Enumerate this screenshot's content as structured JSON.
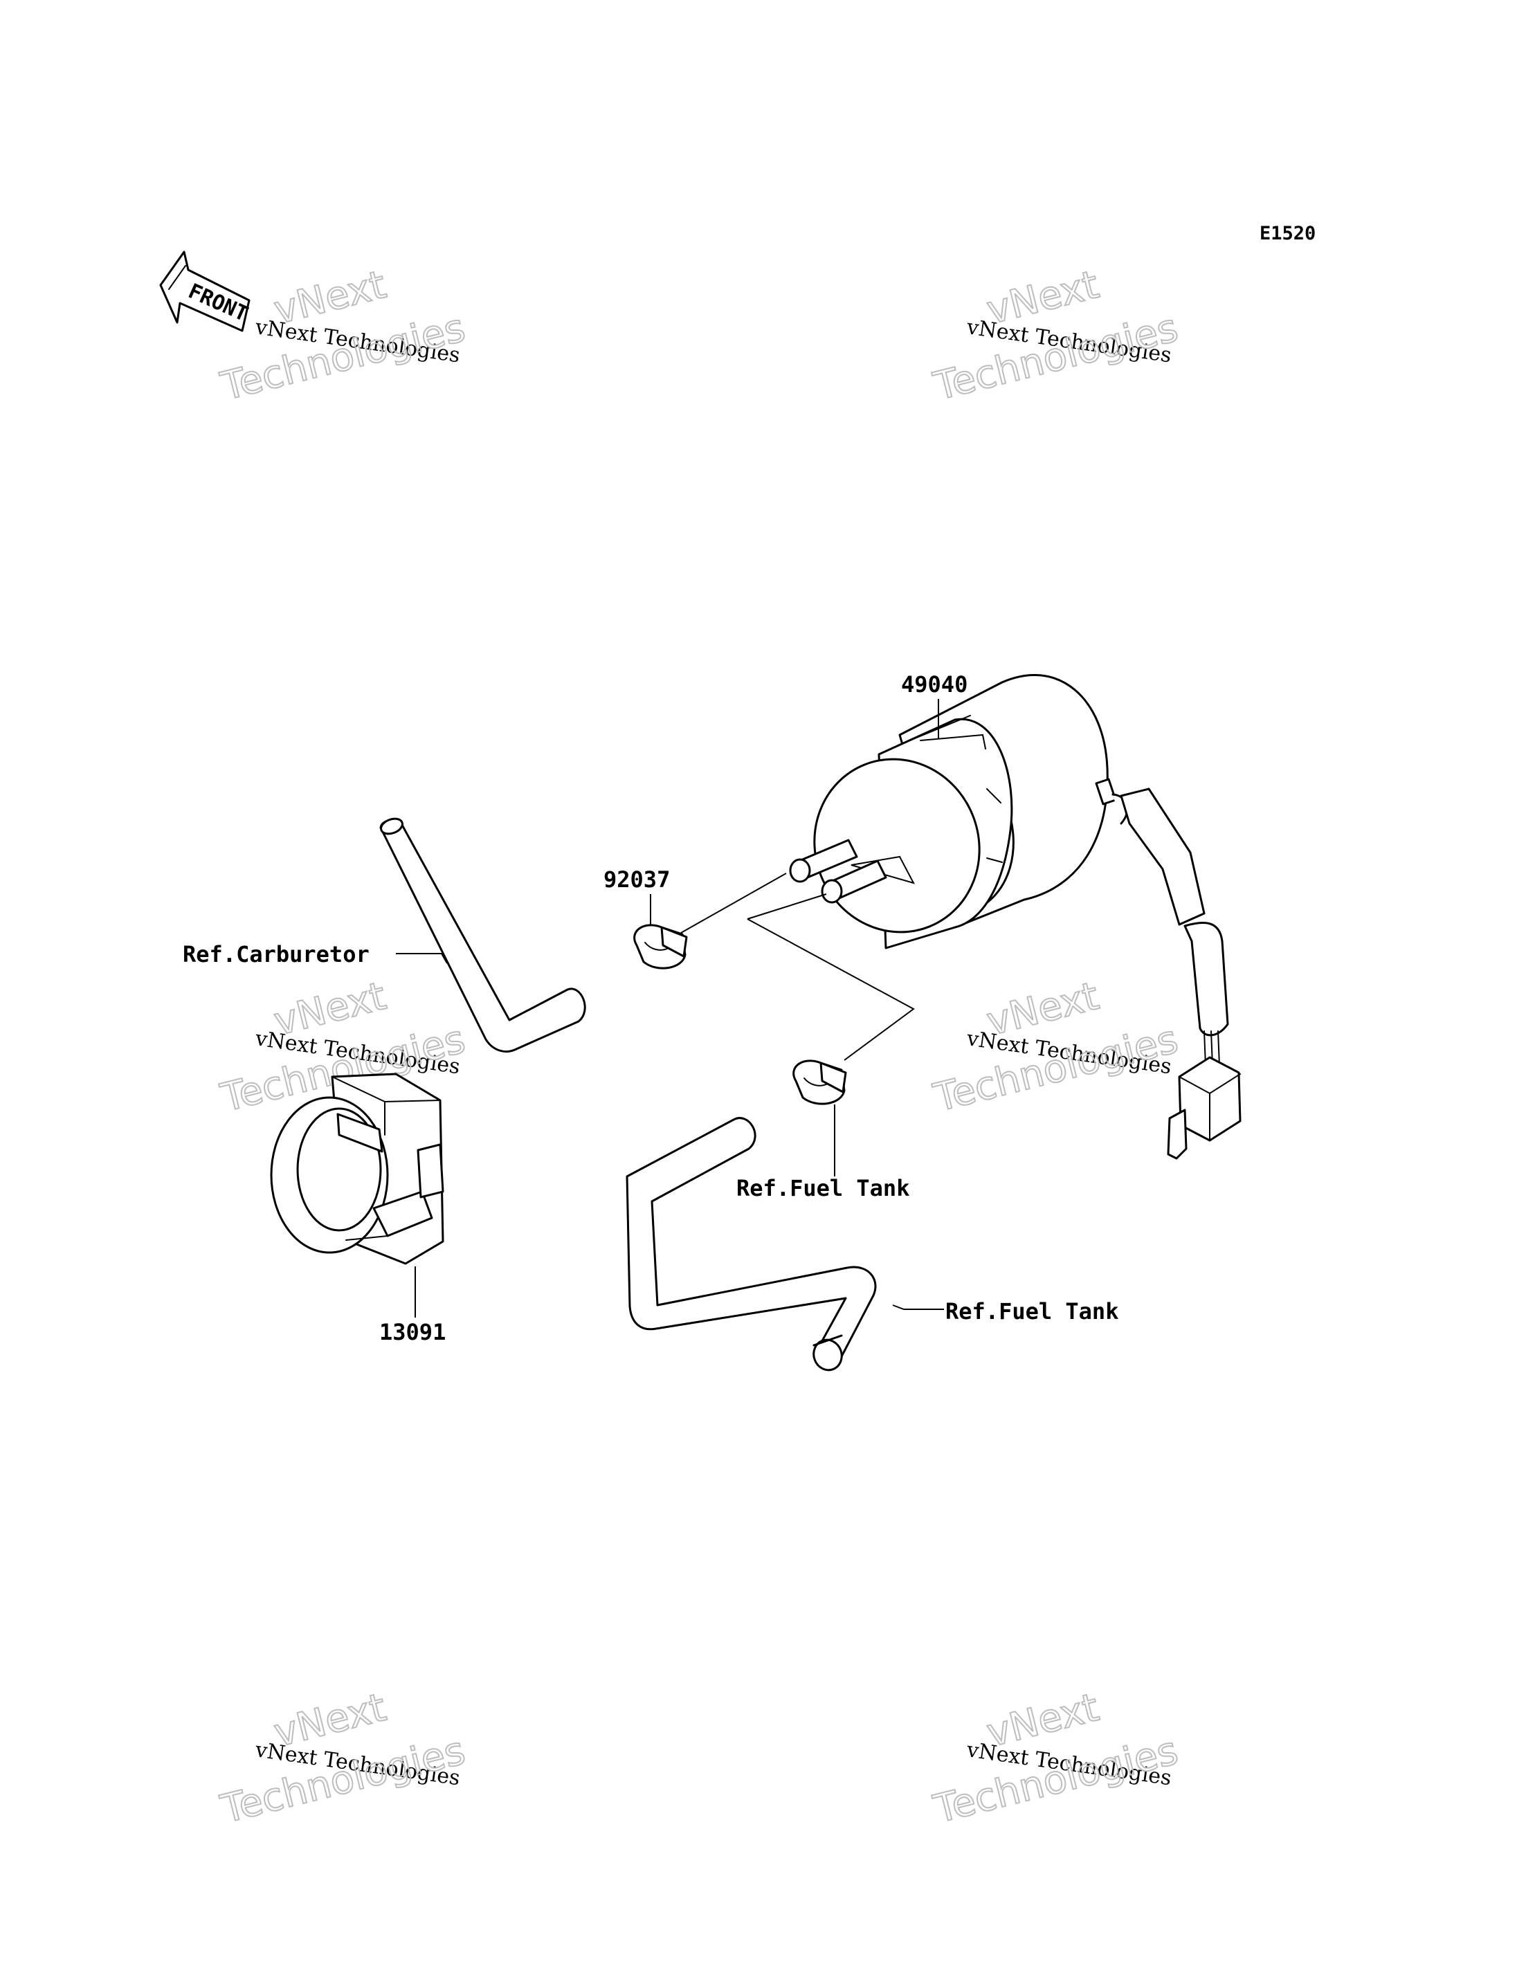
{
  "diagram_code": "E1520",
  "front_arrow": {
    "label": "FRONT",
    "icon": "front-arrow-icon"
  },
  "watermark": {
    "line1": "vNext",
    "line2": "vNext Technologies",
    "line3": "Technologies"
  },
  "parts": {
    "fuel_pump": "49040",
    "clamp": "92037",
    "bracket": "13091"
  },
  "references": {
    "carburetor": "Ref.Carburetor",
    "fuel_tank_1": "Ref.Fuel Tank",
    "fuel_tank_2": "Ref.Fuel Tank"
  }
}
